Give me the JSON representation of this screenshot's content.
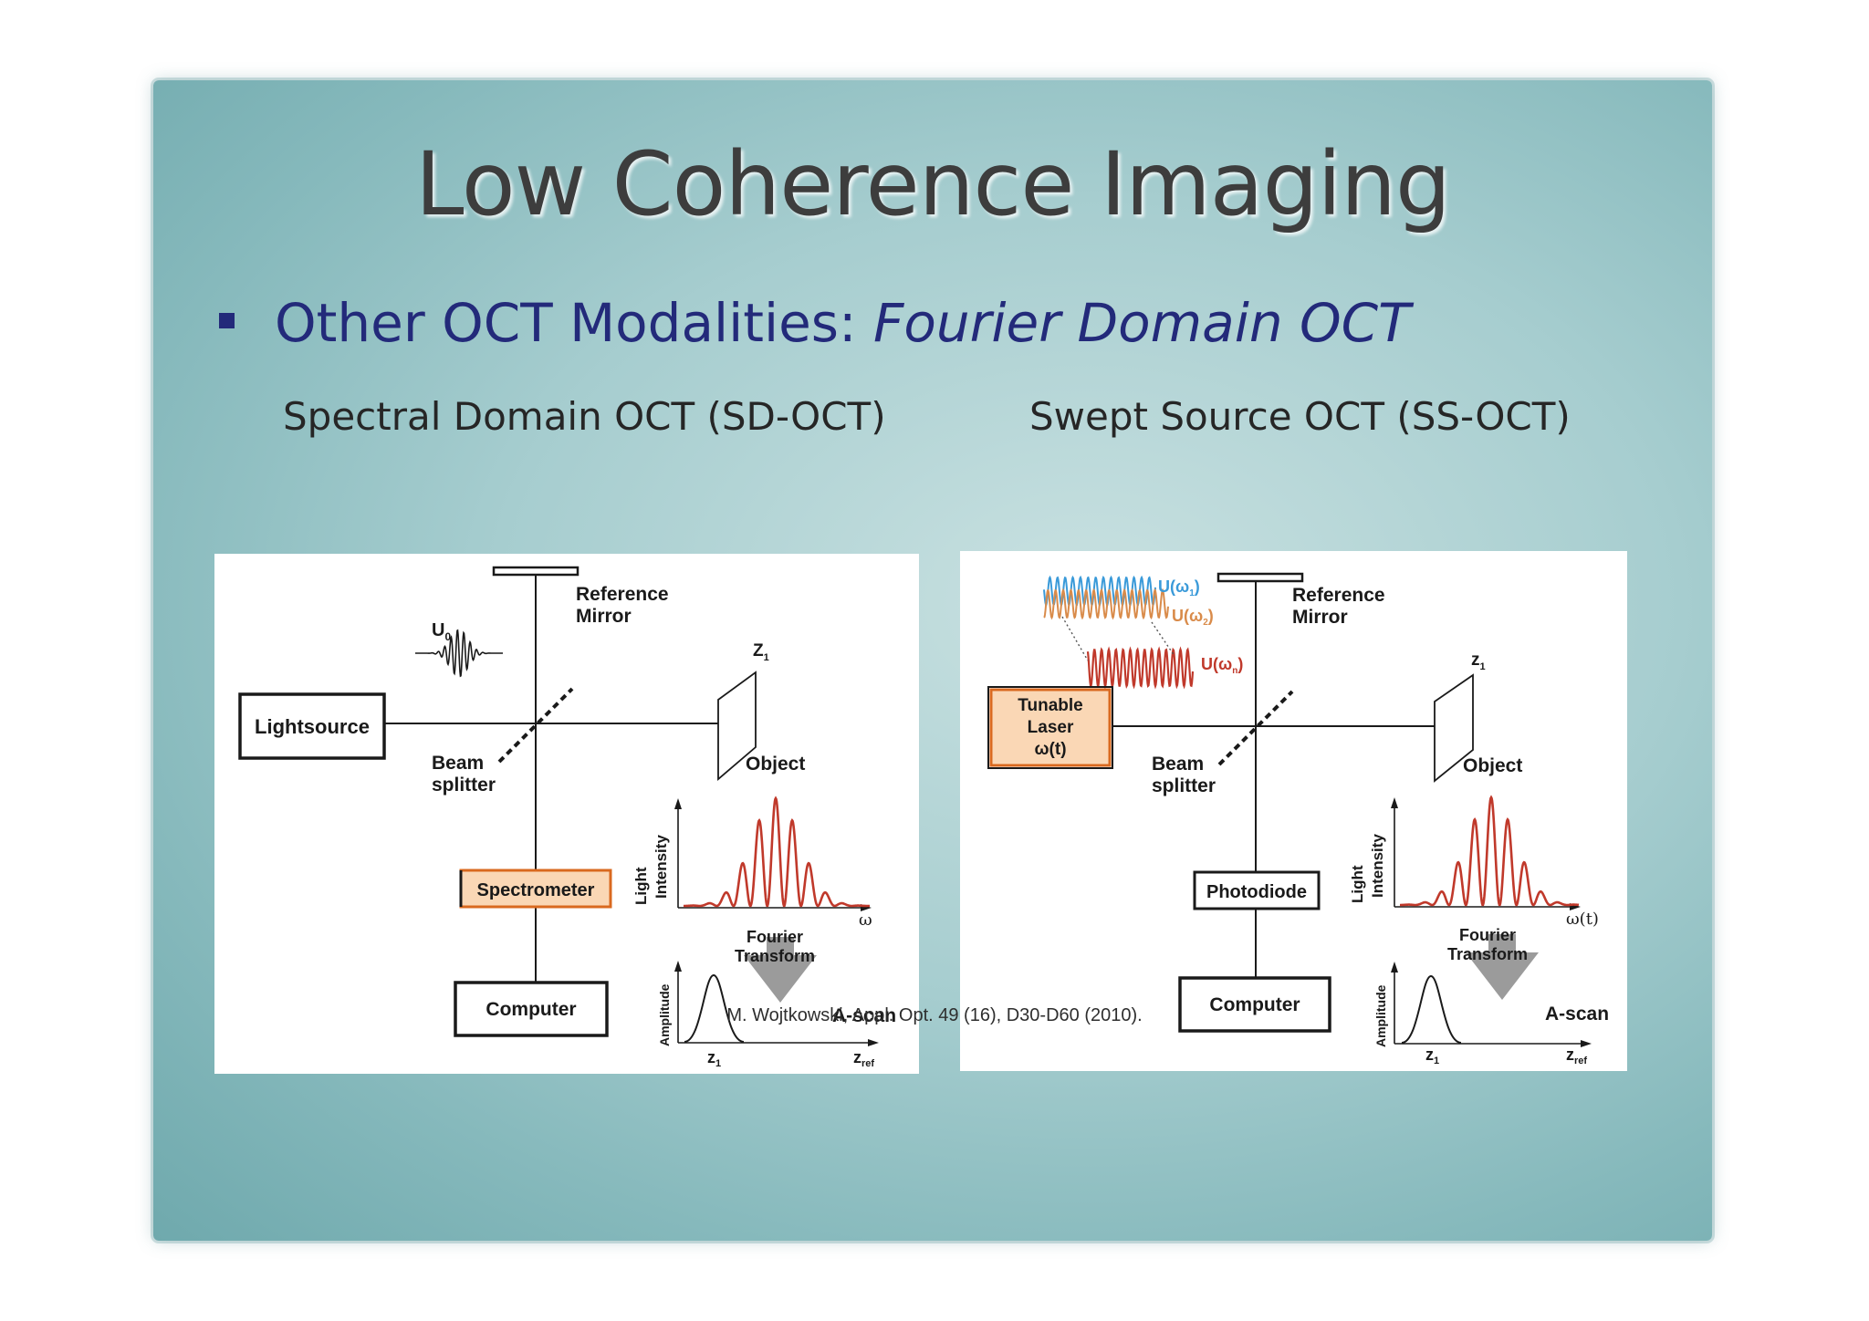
{
  "slide": {
    "title": "Low Coherence Imaging",
    "bullet_plain": "Other OCT Modalities: ",
    "bullet_italic": "Fourier Domain OCT",
    "citation": "M. Wojtkowski, Appl. Opt. 49 (16), D30-D60 (2010)."
  },
  "sd_oct": {
    "heading": "Spectral Domain OCT (SD-OCT)",
    "reference_mirror_1": "Reference",
    "reference_mirror_2": "Mirror",
    "u0": "U",
    "u0_sub": "0",
    "lightsource": "Lightsource",
    "beam_1": "Beam",
    "beam_2": "splitter",
    "z1_top": "Z",
    "z1_top_sub": "1",
    "object": "Object",
    "detector": "Spectrometer",
    "computer": "Computer",
    "light_1": "Light",
    "light_2": "Intensity",
    "x_axis": "ω",
    "fourier_1": "Fourier",
    "fourier_2": "Transform",
    "amplitude": "Amplitude",
    "ascan": "A-scan",
    "z1": "z",
    "z1_sub": "1",
    "zref": "z",
    "zref_sub": "ref"
  },
  "ss_oct": {
    "heading": "Swept Source OCT (SS-OCT)",
    "reference_mirror_1": "Reference",
    "reference_mirror_2": "Mirror",
    "u1": "U(ω",
    "u1_sub": "1",
    "u2": "U(ω",
    "u2_sub": "2",
    "un": "U(ω",
    "un_sub": "n",
    "close": ")",
    "laser_1": "Tunable",
    "laser_2": "Laser",
    "laser_3": "ω(t)",
    "beam_1": "Beam",
    "beam_2": "splitter",
    "z1_top": "z",
    "z1_top_sub": "1",
    "object": "Object",
    "detector": "Photodiode",
    "computer": "Computer",
    "light_1": "Light",
    "light_2": "Intensity",
    "x_axis": "ω(t)",
    "fourier_1": "Fourier",
    "fourier_2": "Transform",
    "amplitude": "Amplitude",
    "ascan": "A-scan",
    "z1": "z",
    "z1_sub": "1",
    "zref": "z",
    "zref_sub": "ref"
  },
  "colors": {
    "title": "#3d3d3d",
    "bullet": "#232a7a",
    "signal": "#c0392b",
    "highlight_fill": "#fad7b5",
    "highlight_border": "#d9691f",
    "wave_blue": "#3a9ad9",
    "wave_orange": "#d98b4a"
  }
}
